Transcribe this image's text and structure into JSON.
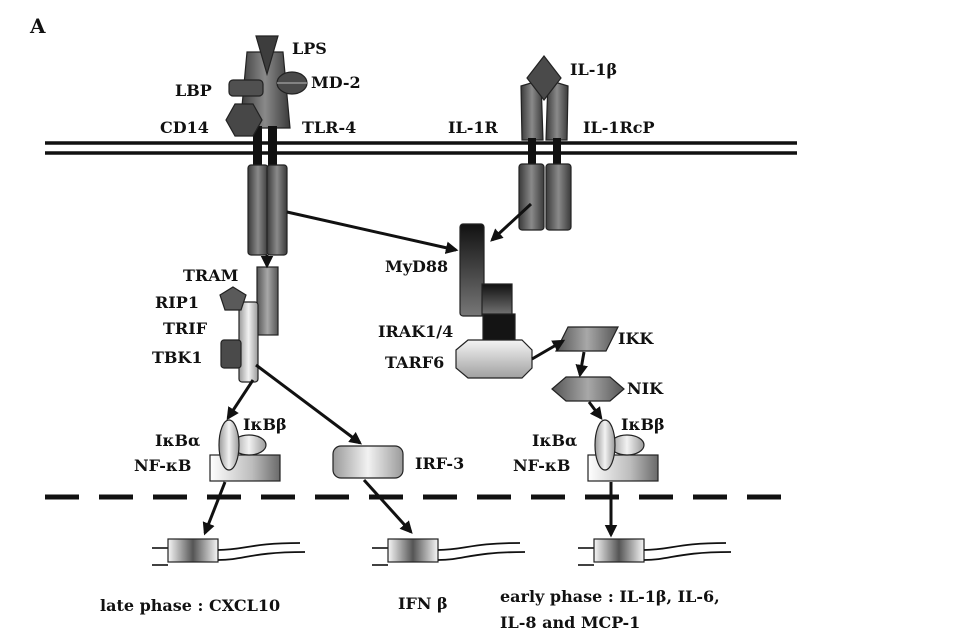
{
  "panel_label": "A",
  "tlr4_complex": {
    "lps": "LPS",
    "md2": "MD-2",
    "lbp": "LBP",
    "cd14": "CD14",
    "tlr4": "TLR-4"
  },
  "il1_complex": {
    "il1b": "IL-1β",
    "il1r": "IL-1R",
    "il1rcp": "IL-1RcP"
  },
  "trif_pathway": {
    "tram": "TRAM",
    "rip1": "RIP1",
    "trif": "TRIF",
    "tbk1": "TBK1",
    "ikbb": "IκBβ",
    "ikba": "IκBα",
    "nfkb": "NF-κB",
    "irf3": "IRF-3"
  },
  "myd88_pathway": {
    "myd88": "MyD88",
    "irak": "IRAK1/4",
    "tarf6": "TARF6",
    "ikk": "IKK",
    "nik": "NIK",
    "ikbb": "IκBβ",
    "ikba": "IκBα",
    "nfkb": "NF-κB"
  },
  "outputs": {
    "late": "late phase : CXCL10",
    "ifn": "IFN β",
    "early_line1": "early phase : IL-1β, IL-6,",
    "early_line2": "IL-8 and MCP-1"
  }
}
